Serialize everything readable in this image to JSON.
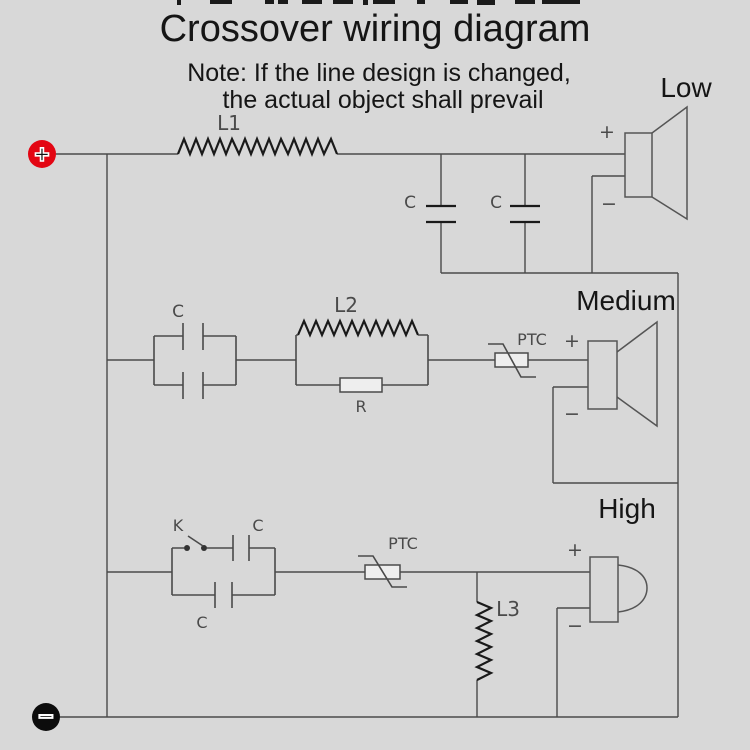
{
  "colors": {
    "background": "#d8d8d8",
    "wire": "#4a4a4a",
    "component_dark": "#1a1a1a",
    "label": "#4a4a4a",
    "heading": "#151515",
    "positive_terminal": "#e30613",
    "negative_terminal": "#0c0c0c"
  },
  "header": {
    "title": "Crossover wiring diagram",
    "note_line1": "Note: If the line design is changed,",
    "note_line2": "the actual object shall prevail"
  },
  "terminals": {
    "positive_symbol": "+",
    "negative_symbol": "−"
  },
  "low_channel": {
    "label": "Low",
    "inductor": "L1",
    "capacitor1": "C",
    "capacitor2": "C",
    "speaker_plus": "+",
    "speaker_minus": "−"
  },
  "medium_channel": {
    "label": "Medium",
    "capacitor": "C",
    "inductor": "L2",
    "resistor": "R",
    "ptc": "PTC",
    "speaker_plus": "+",
    "speaker_minus": "−"
  },
  "high_channel": {
    "label": "High",
    "switch": "K",
    "capacitor_top": "C",
    "capacitor_bottom": "C",
    "ptc": "PTC",
    "inductor": "L3",
    "speaker_plus": "+",
    "speaker_minus": "−"
  }
}
